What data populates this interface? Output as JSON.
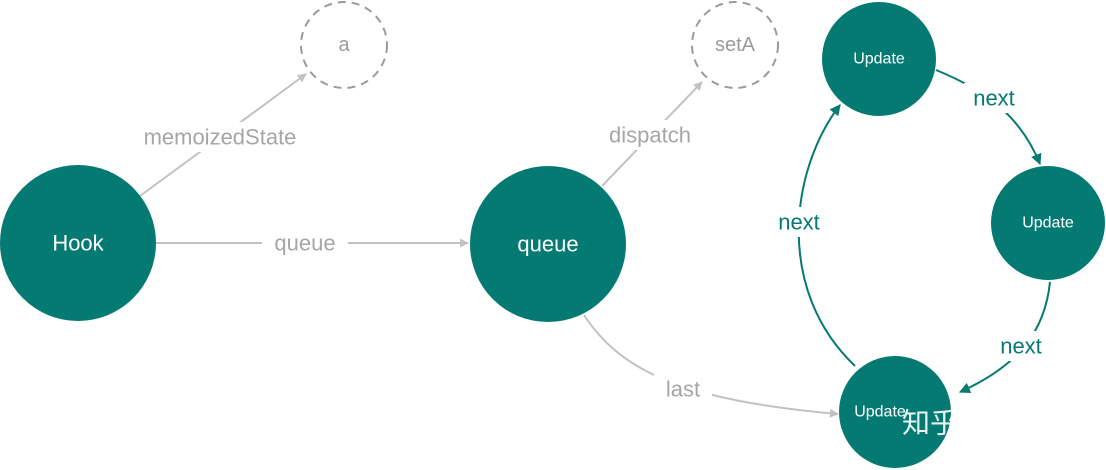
{
  "nodes": {
    "hook": "Hook",
    "state_value": "a",
    "queue": "queue",
    "dispatch_value": "setA",
    "update_top": "Update",
    "update_right": "Update",
    "update_bottom": "Update"
  },
  "edges": {
    "memoized_state": "memoizedState",
    "queue": "queue",
    "dispatch": "dispatch",
    "last": "last",
    "next_top_right": "next",
    "next_right_bottom": "next",
    "next_bottom_top": "next"
  },
  "watermark": "知乎 @几木",
  "colors": {
    "node_fill": "#047a72",
    "edge_gray": "#c2c2c2",
    "dashed_stroke": "#9a9a9a"
  }
}
